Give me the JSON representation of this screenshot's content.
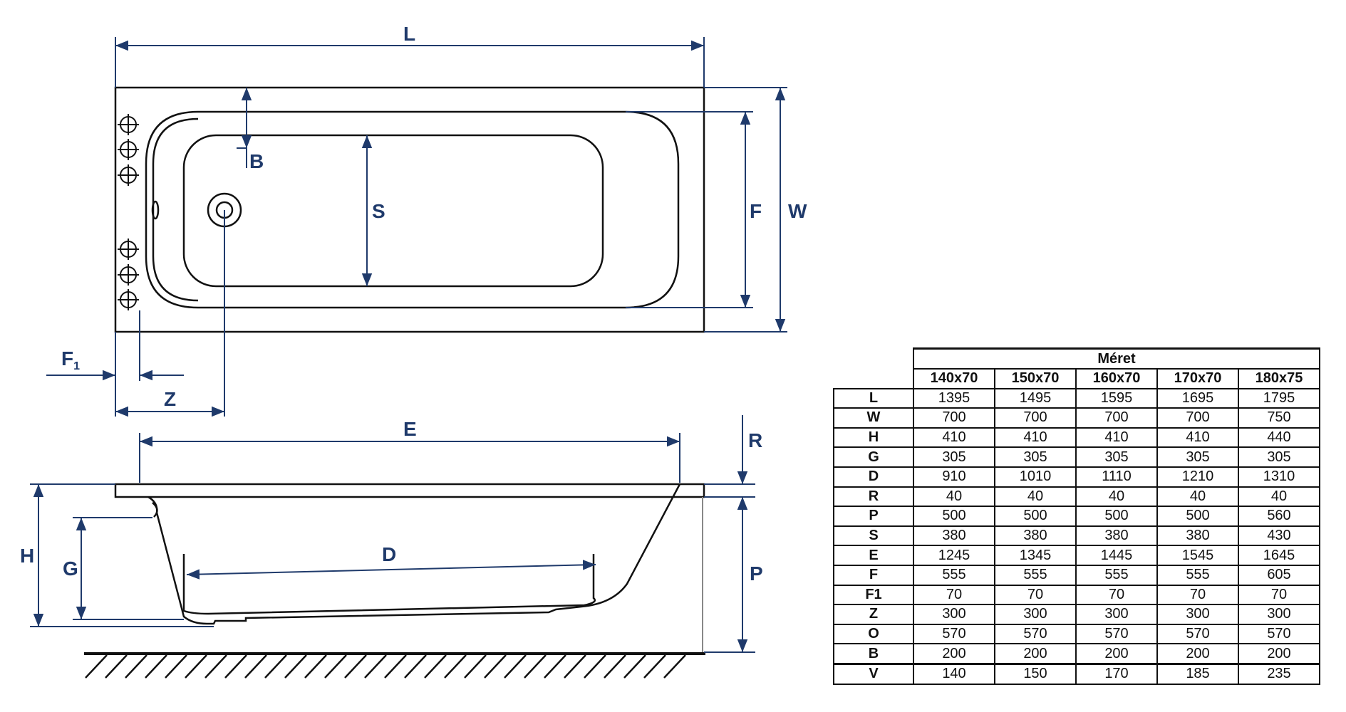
{
  "colors": {
    "line": "#111111",
    "dimension": "#1f3a6b"
  },
  "dimension_labels": {
    "L": "L",
    "W": "W",
    "F": "F",
    "S": "S",
    "B": "B",
    "F1_main": "F",
    "F1_sub": "1",
    "Z": "Z",
    "E": "E",
    "R": "R",
    "H": "H",
    "G": "G",
    "D": "D",
    "P": "P"
  },
  "table": {
    "title": "Méret",
    "columns": [
      "140x70",
      "150x70",
      "160x70",
      "170x70",
      "180x75"
    ],
    "rows": [
      {
        "label": "L",
        "values": [
          "1395",
          "1495",
          "1595",
          "1695",
          "1795"
        ]
      },
      {
        "label": "W",
        "values": [
          "700",
          "700",
          "700",
          "700",
          "750"
        ]
      },
      {
        "label": "H",
        "values": [
          "410",
          "410",
          "410",
          "410",
          "440"
        ]
      },
      {
        "label": "G",
        "values": [
          "305",
          "305",
          "305",
          "305",
          "305"
        ]
      },
      {
        "label": "D",
        "values": [
          "910",
          "1010",
          "1110",
          "1210",
          "1310"
        ]
      },
      {
        "label": "R",
        "values": [
          "40",
          "40",
          "40",
          "40",
          "40"
        ]
      },
      {
        "label": "P",
        "values": [
          "500",
          "500",
          "500",
          "500",
          "560"
        ]
      },
      {
        "label": "S",
        "values": [
          "380",
          "380",
          "380",
          "380",
          "430"
        ]
      },
      {
        "label": "E",
        "values": [
          "1245",
          "1345",
          "1445",
          "1545",
          "1645"
        ]
      },
      {
        "label": "F",
        "values": [
          "555",
          "555",
          "555",
          "555",
          "605"
        ]
      },
      {
        "label": "F1",
        "values": [
          "70",
          "70",
          "70",
          "70",
          "70"
        ]
      },
      {
        "label": "Z",
        "values": [
          "300",
          "300",
          "300",
          "300",
          "300"
        ]
      },
      {
        "label": "O",
        "values": [
          "570",
          "570",
          "570",
          "570",
          "570"
        ]
      },
      {
        "label": "B",
        "values": [
          "200",
          "200",
          "200",
          "200",
          "200"
        ]
      },
      {
        "label": "V",
        "values": [
          "140",
          "150",
          "170",
          "185",
          "235"
        ]
      }
    ]
  }
}
